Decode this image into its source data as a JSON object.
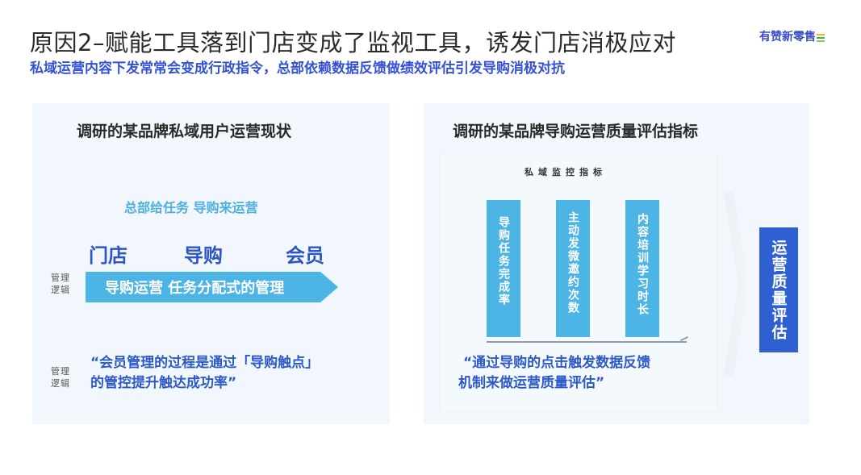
{
  "header": {
    "title": "原因2–赋能工具落到门店变成了监视工具，诱发门店消极应对",
    "subtitle": "私域运营内容下发常常会变成行政指令，总部依赖数据反馈做绩效评估引发导购消极对抗",
    "logo_text": "有赞新零售",
    "logo_line_colors": [
      "#f0b429",
      "#3db35b",
      "#7ccf4e"
    ]
  },
  "left_panel": {
    "title": "调研的某品牌私域用户运营现状",
    "hq_line": "总部给任务 导购来运营",
    "roles": [
      "门店",
      "导购",
      "会员"
    ],
    "management_label_1": "管理\n逻辑",
    "arrow_text": "导购运营 任务分配式的管理",
    "management_label_2": "管理\n逻辑",
    "quote_line1": "“会员管理的过程是通过「导购触点」",
    "quote_line2": "的管控提升触达成功率”"
  },
  "right_panel": {
    "title": "调研的某品牌导购运营质量评估指标",
    "monitor_label": "私域监控指标",
    "metrics": [
      "导购任务完成率",
      "主动发微邀约次数",
      "内容培训学习时长"
    ],
    "result_box": "运营质量评估",
    "quote_line1": "“通过导购的点击触发数据反馈",
    "quote_line2": "机制来做运营质量评估”"
  },
  "colors": {
    "title": "#2b2b2b",
    "subtitle": "#3552d6",
    "panel_bg": "#f1f7fc",
    "light_blue": "#4db5e6",
    "dark_blue": "#2f5fd0",
    "quote_blue": "#2e5ac9"
  }
}
